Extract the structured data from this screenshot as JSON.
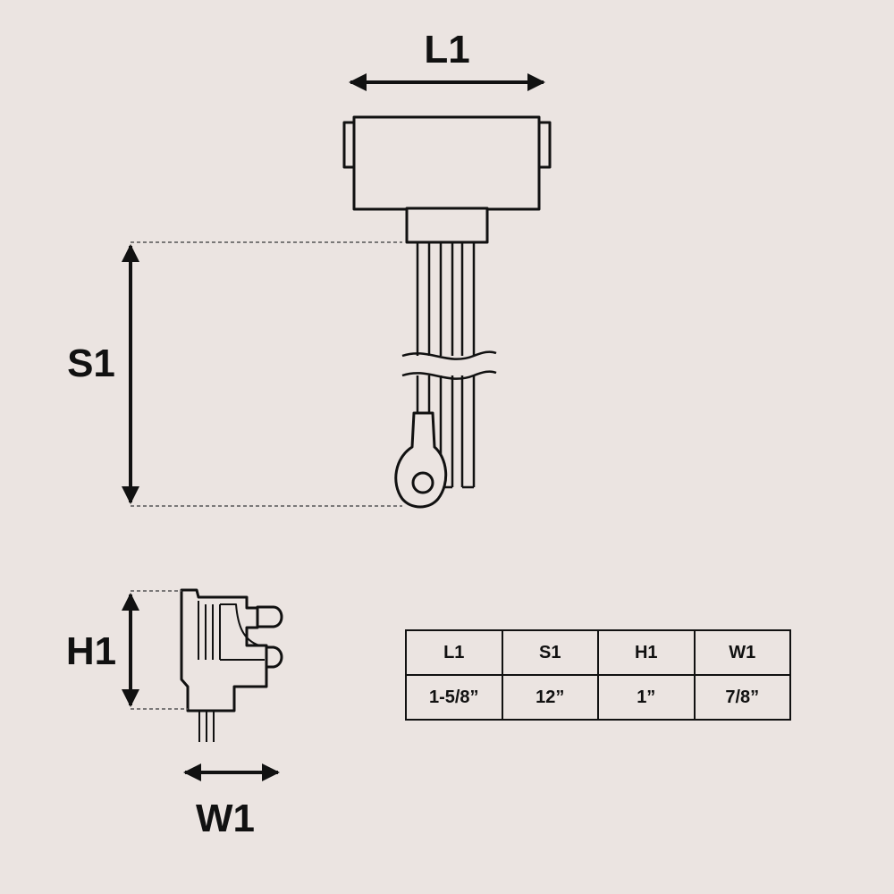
{
  "colors": {
    "background": "#ebe4e1",
    "line": "#111111",
    "dashed": "#555555"
  },
  "labels": {
    "l1": "L1",
    "s1": "S1",
    "h1": "H1",
    "w1": "W1"
  },
  "table": {
    "headers": [
      "L1",
      "S1",
      "H1",
      "W1"
    ],
    "values": [
      "1-5/8”",
      "12”",
      "1”",
      "7/8”"
    ]
  }
}
